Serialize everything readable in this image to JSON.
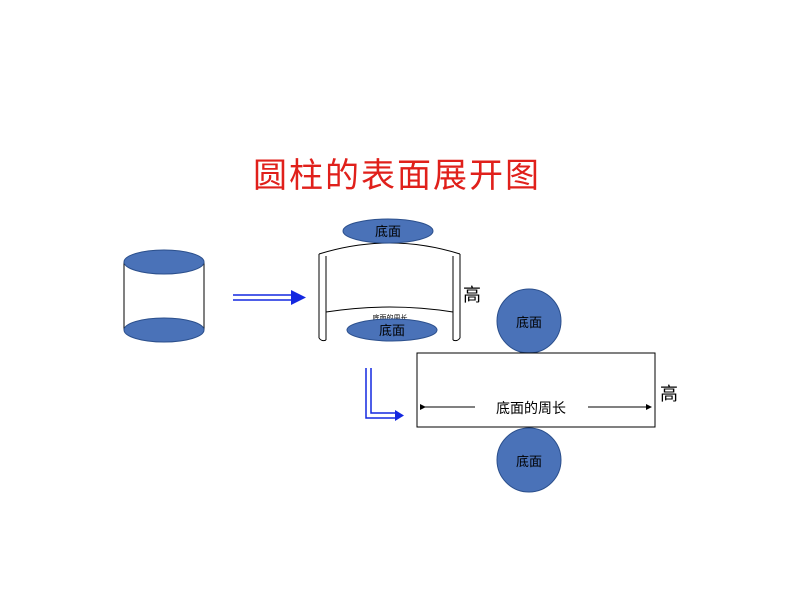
{
  "title": "圆柱的表面展开图",
  "labels": {
    "base": "底面",
    "height": "高",
    "base_circumference": "底面的周长"
  },
  "colors": {
    "title": "#e0201b",
    "ellipse_fill": "#4a72b8",
    "ellipse_stroke": "#2b4f8c",
    "arrow": "#1428e0"
  }
}
